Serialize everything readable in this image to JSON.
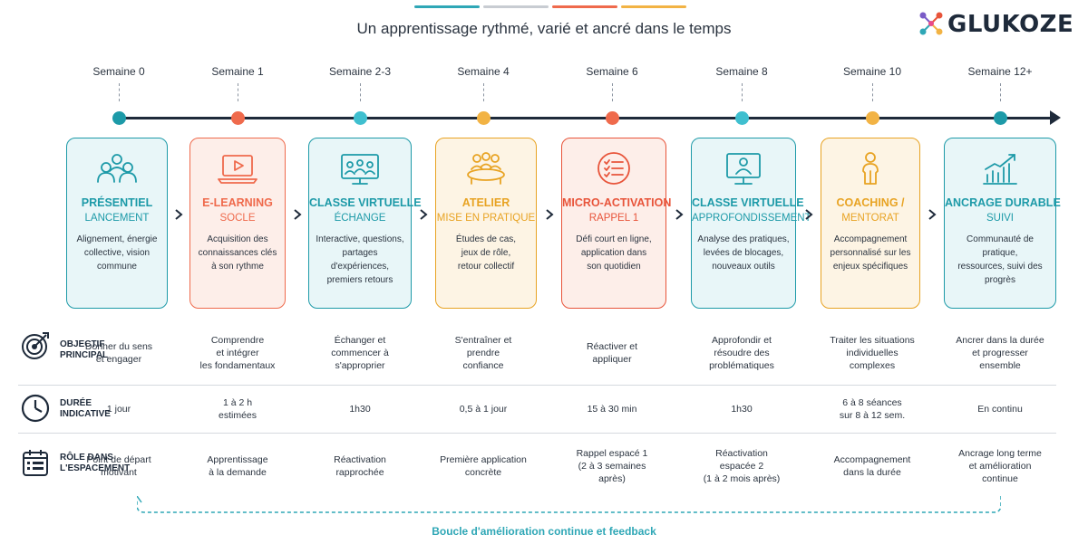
{
  "header": {
    "title": "Un apprentissage rythmé, varié et ancré dans le temps",
    "logo_text": "GLUKOZE"
  },
  "timeline": [
    {
      "week": "Semaine 0",
      "color": "#1d9aa8"
    },
    {
      "week": "Semaine 1",
      "color": "#ef6a4c"
    },
    {
      "week": "Semaine 2-3",
      "color": "#3fbfcf"
    },
    {
      "week": "Semaine 4",
      "color": "#f2b344"
    },
    {
      "week": "Semaine 6",
      "color": "#ef6a4c"
    },
    {
      "week": "Semaine 8",
      "color": "#3fbfcf"
    },
    {
      "week": "Semaine 10",
      "color": "#f2b344"
    },
    {
      "week": "Semaine 12+",
      "color": "#1d9aa8"
    }
  ],
  "cards": [
    {
      "title": "PRÉSENTIEL",
      "subtitle": "LANCEMENT",
      "desc": [
        "Alignement, énergie",
        "collective, vision",
        "commune"
      ],
      "color": "#1d9aa8",
      "bg": "#e8f6f8",
      "icon": "people-icon"
    },
    {
      "title": "E-LEARNING",
      "subtitle": "SOCLE",
      "desc": [
        "Acquisition des",
        "connaissances clés",
        "à son rythme"
      ],
      "color": "#ef6a4c",
      "bg": "#fdeee9",
      "icon": "laptop-play-icon"
    },
    {
      "title": "CLASSE VIRTUELLE",
      "subtitle": "ÉCHANGE",
      "desc": [
        "Interactive, questions,",
        "partages d'expériences,",
        "premiers retours"
      ],
      "color": "#1d9aa8",
      "bg": "#e8f6f8",
      "icon": "video-meeting-icon"
    },
    {
      "title": "ATELIER",
      "subtitle": "MISE EN PRATIQUE",
      "desc": [
        "Études de cas,",
        "jeux de rôle,",
        "retour collectif"
      ],
      "color": "#e8a323",
      "bg": "#fdf4e4",
      "icon": "workshop-table-icon"
    },
    {
      "title": "MICRO-ACTIVATION",
      "subtitle": "RAPPEL 1",
      "desc": [
        "Défi court en ligne,",
        "application dans",
        "son quotidien"
      ],
      "color": "#e8543a",
      "bg": "#fdeee9",
      "icon": "checklist-icon"
    },
    {
      "title": "CLASSE VIRTUELLE",
      "subtitle": "APPROFONDISSEMENT",
      "desc": [
        "Analyse des pratiques,",
        "levées de blocages,",
        "nouveaux outils"
      ],
      "color": "#1d9aa8",
      "bg": "#e8f6f8",
      "icon": "monitor-person-icon"
    },
    {
      "title": "COACHING /",
      "subtitle": "MENTORAT",
      "desc": [
        "Accompagnement",
        "personnalisé sur les",
        "enjeux spécifiques"
      ],
      "color": "#e8a323",
      "bg": "#fdf4e4",
      "icon": "coach-person-icon"
    },
    {
      "title": "ANCRAGE DURABLE",
      "subtitle": "SUIVI",
      "desc": [
        "Communauté de pratique,",
        "ressources, suivi des",
        "progrès"
      ],
      "color": "#1d9aa8",
      "bg": "#e8f6f8",
      "icon": "growth-chart-icon"
    }
  ],
  "rows": [
    {
      "label": [
        "OBJECTIF",
        "PRINCIPAL"
      ],
      "icon": "target-icon",
      "cells": [
        [
          "Donner du sens",
          "et engager"
        ],
        [
          "Comprendre",
          "et intégrer",
          "les fondamentaux"
        ],
        [
          "Échanger et",
          "commencer à",
          "s'approprier"
        ],
        [
          "S'entraîner et",
          "prendre",
          "confiance"
        ],
        [
          "Réactiver et",
          "appliquer"
        ],
        [
          "Approfondir et",
          "résoudre des",
          "problématiques"
        ],
        [
          "Traiter les situations",
          "individuelles",
          "complexes"
        ],
        [
          "Ancrer dans la durée",
          "et progresser",
          "ensemble"
        ]
      ]
    },
    {
      "label": [
        "DURÉE",
        "INDICATIVE"
      ],
      "icon": "clock-icon",
      "cells": [
        [
          "1 jour"
        ],
        [
          "1 à 2 h",
          "estimées"
        ],
        [
          "1h30"
        ],
        [
          "0,5 à 1 jour"
        ],
        [
          "15 à 30 min"
        ],
        [
          "1h30"
        ],
        [
          "6 à 8 séances",
          "sur 8 à 12 sem."
        ],
        [
          "En continu"
        ]
      ]
    },
    {
      "label": [
        "RÔLE DANS",
        "L'ESPACEMENT"
      ],
      "icon": "calendar-icon",
      "cells": [
        [
          "Point de départ",
          "motivant"
        ],
        [
          "Apprentissage",
          "à la demande"
        ],
        [
          "Réactivation",
          "rapprochée"
        ],
        [
          "Première application",
          "concrète"
        ],
        [
          "Rappel espacé 1",
          "(2 à 3 semaines",
          "après)"
        ],
        [
          "Réactivation",
          "espacée 2",
          "(1 à 2 mois après)"
        ],
        [
          "Accompagnement",
          "dans la durée"
        ],
        [
          "Ancrage long terme",
          "et amélioration",
          "continue"
        ]
      ]
    }
  ],
  "loop": {
    "label": "Boucle d'amélioration continue et feedback",
    "color": "#2fa7b6"
  }
}
